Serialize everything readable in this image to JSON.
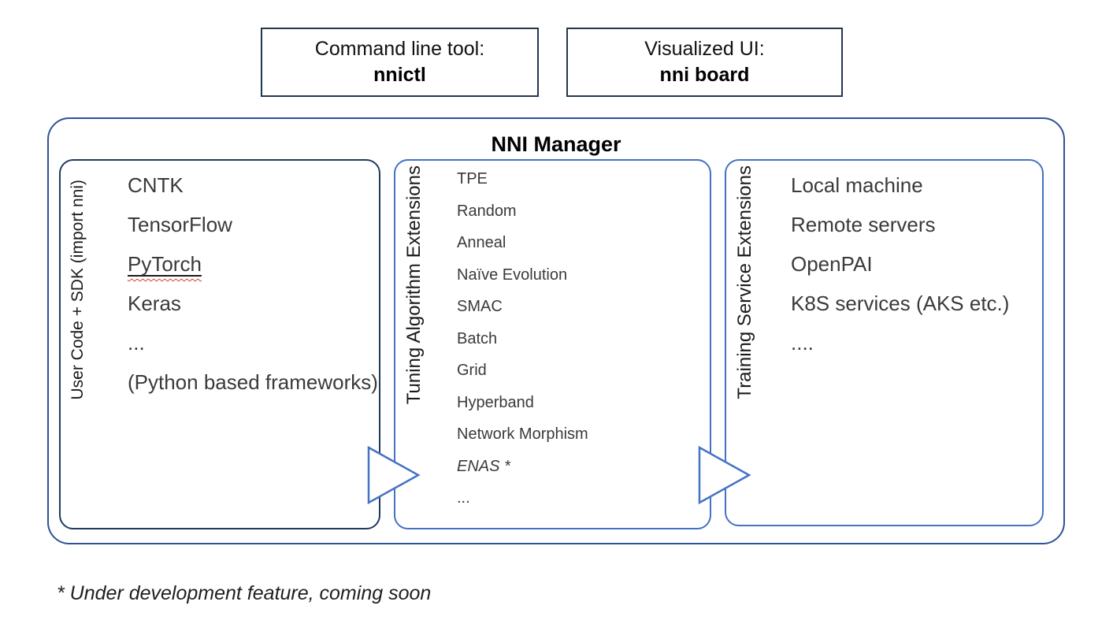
{
  "top_boxes": [
    {
      "label": "Command line tool:",
      "value": "nnictl"
    },
    {
      "label": "Visualized UI:",
      "value": "nni board"
    }
  ],
  "manager": {
    "title": "NNI Manager",
    "columns": [
      {
        "side_label": "User Code + SDK (import nni)",
        "items": [
          "CNTK",
          "TensorFlow",
          "PyTorch",
          "Keras",
          "...",
          "(Python based frameworks)"
        ]
      },
      {
        "side_label": "Tuning Algorithm Extensions",
        "items": [
          "TPE",
          "Random",
          "Anneal",
          "Naïve Evolution",
          "SMAC",
          "Batch",
          "Grid",
          "Hyperband",
          "Network Morphism",
          "ENAS *",
          "..."
        ]
      },
      {
        "side_label": "Training Service Extensions",
        "items": [
          "Local machine",
          "Remote servers",
          "OpenPAI",
          "K8S services (AKS etc.)",
          "...."
        ]
      }
    ]
  },
  "footnote": "* Under development feature, coming soon",
  "colors": {
    "top_box_border": "#23364f",
    "outer_box_border": "#2e5395",
    "left_box_border": "#203a60",
    "inner_box_border": "#4472c4",
    "arrow_stroke": "#4472c4",
    "item_text": "#3a3a3a",
    "spellcheck_wavy": "#d23b2e"
  }
}
